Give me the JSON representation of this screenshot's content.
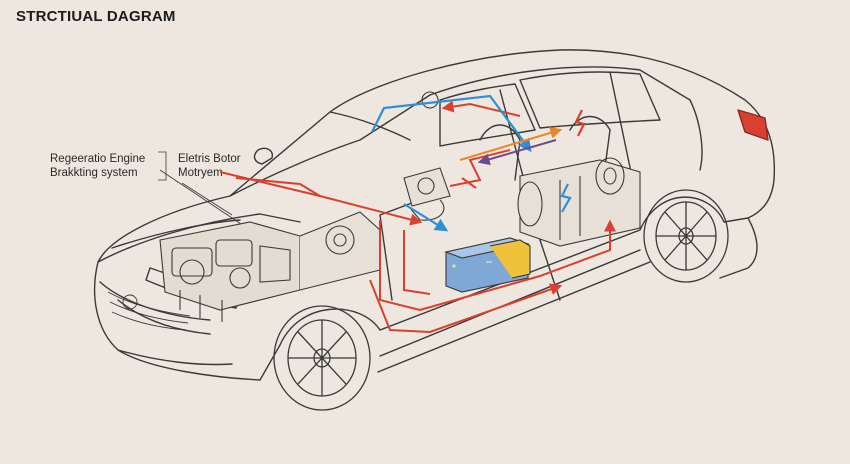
{
  "title": "STRCTIUAL DAGRAM",
  "labels": {
    "left_line1": "Regeeratio Engine",
    "left_line2": "Brakkting system",
    "right_line1": "Eletris Botor",
    "right_line2": "Motryem"
  },
  "colors": {
    "background": "#ede7df",
    "outline": "#3a3a3a",
    "flow_red": "#d9402f",
    "flow_blue": "#2e8fd6",
    "flow_orange": "#e8882a",
    "flow_purple": "#6d4a8a",
    "battery_blue": "#7fa8d6",
    "battery_yellow": "#f0c23c"
  }
}
